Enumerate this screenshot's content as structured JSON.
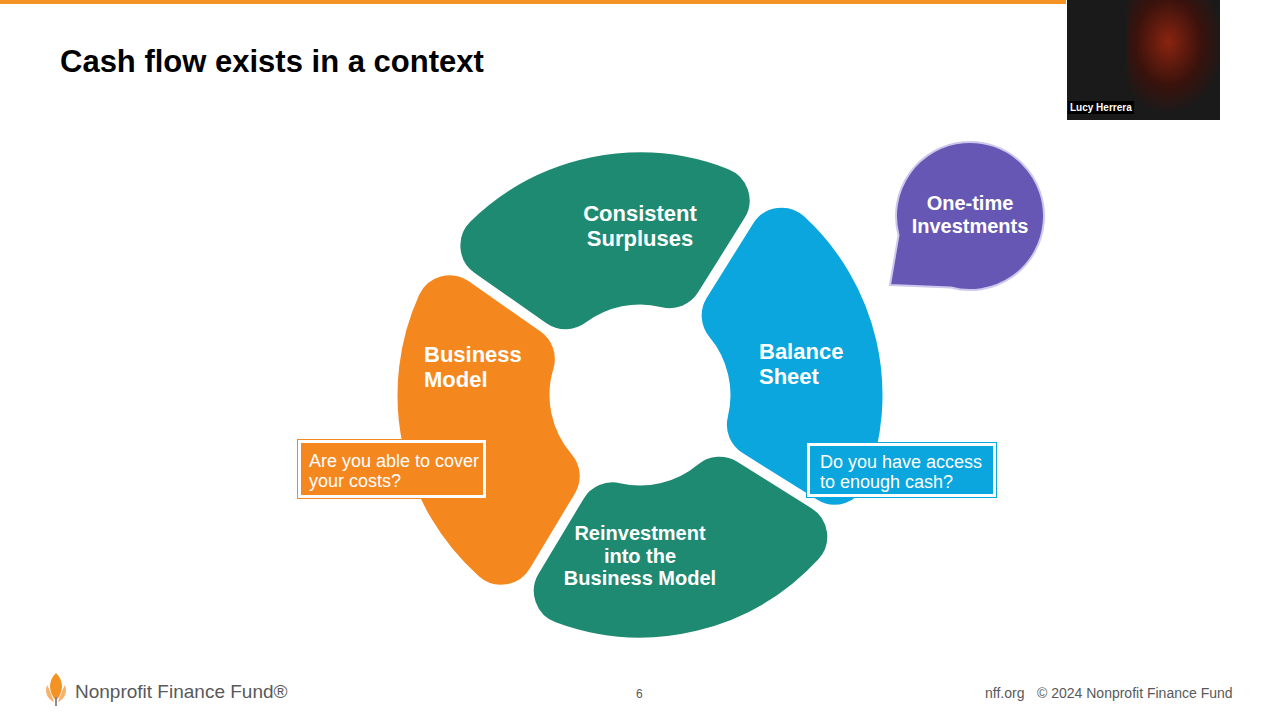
{
  "diagram": {
    "title": "Cash flow exists in a context",
    "nodes": [
      {
        "text": [
          "Consistent Surpluses"
        ]
      },
      {
        "text": [
          "One-time Investments"
        ]
      },
      {
        "text": [
          "Business Model"
        ]
      },
      {
        "text": [
          "Balance Sheet"
        ]
      },
      {
        "text": [
          "Are you able to cover your costs?"
        ]
      },
      {
        "text": [
          "Do you have access to enough cash?"
        ]
      },
      {
        "text": [
          "Reinvestment into the Business Model"
        ]
      },
      {
        "text": [
          "Lucy Herrera"
        ]
      }
    ],
    "labels": [
      "Nonprofit Finance Fund®",
      "6",
      "nff.org",
      "© 2024 Nonprofit Finance Fund"
    ]
  }
}
